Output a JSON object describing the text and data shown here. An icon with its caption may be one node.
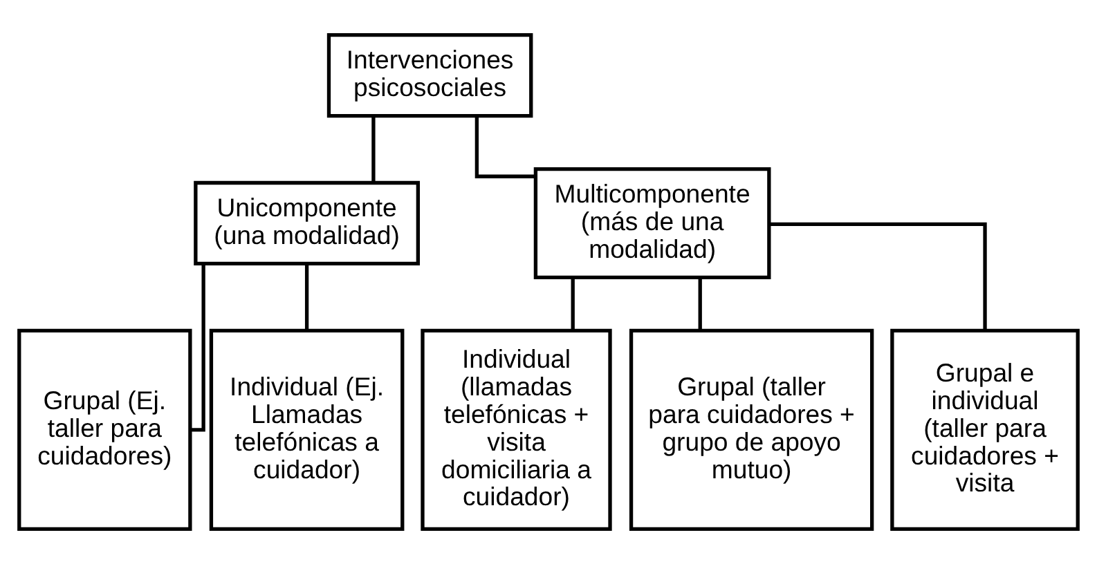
{
  "diagram": {
    "nodes": [
      {
        "text": [
          "Intervenciones psicosociales"
        ]
      },
      {
        "text": [
          "Unicomponente (una modalidad)"
        ]
      },
      {
        "text": [
          "Multicomponente (más de una modalidad)"
        ]
      },
      {
        "text": [
          "Grupal (Ej. taller para cuidadores)"
        ]
      },
      {
        "text": [
          "Individual (Ej. Llamadas telefónicas a cuidador)"
        ]
      },
      {
        "text": [
          "Individual (llamadas telefónicas + visita domiciliaria a cuidador)"
        ]
      },
      {
        "text": [
          "Grupal (taller para cuidadores + grupo de apoyo mutuo)"
        ]
      },
      {
        "text": [
          "Grupal e individual (taller para cuidadores + visita"
        ]
      }
    ],
    "edges": [
      {
        "from": 0,
        "to": 1,
        "arrow": "none"
      },
      {
        "from": 0,
        "to": 2,
        "arrow": "none"
      },
      {
        "from": 1,
        "to": 3,
        "arrow": "none"
      },
      {
        "from": 1,
        "to": 4,
        "arrow": "none"
      },
      {
        "from": 2,
        "to": 5,
        "arrow": "none"
      },
      {
        "from": 2,
        "to": 6,
        "arrow": "none"
      },
      {
        "from": 2,
        "to": 7,
        "arrow": "none"
      }
    ]
  }
}
